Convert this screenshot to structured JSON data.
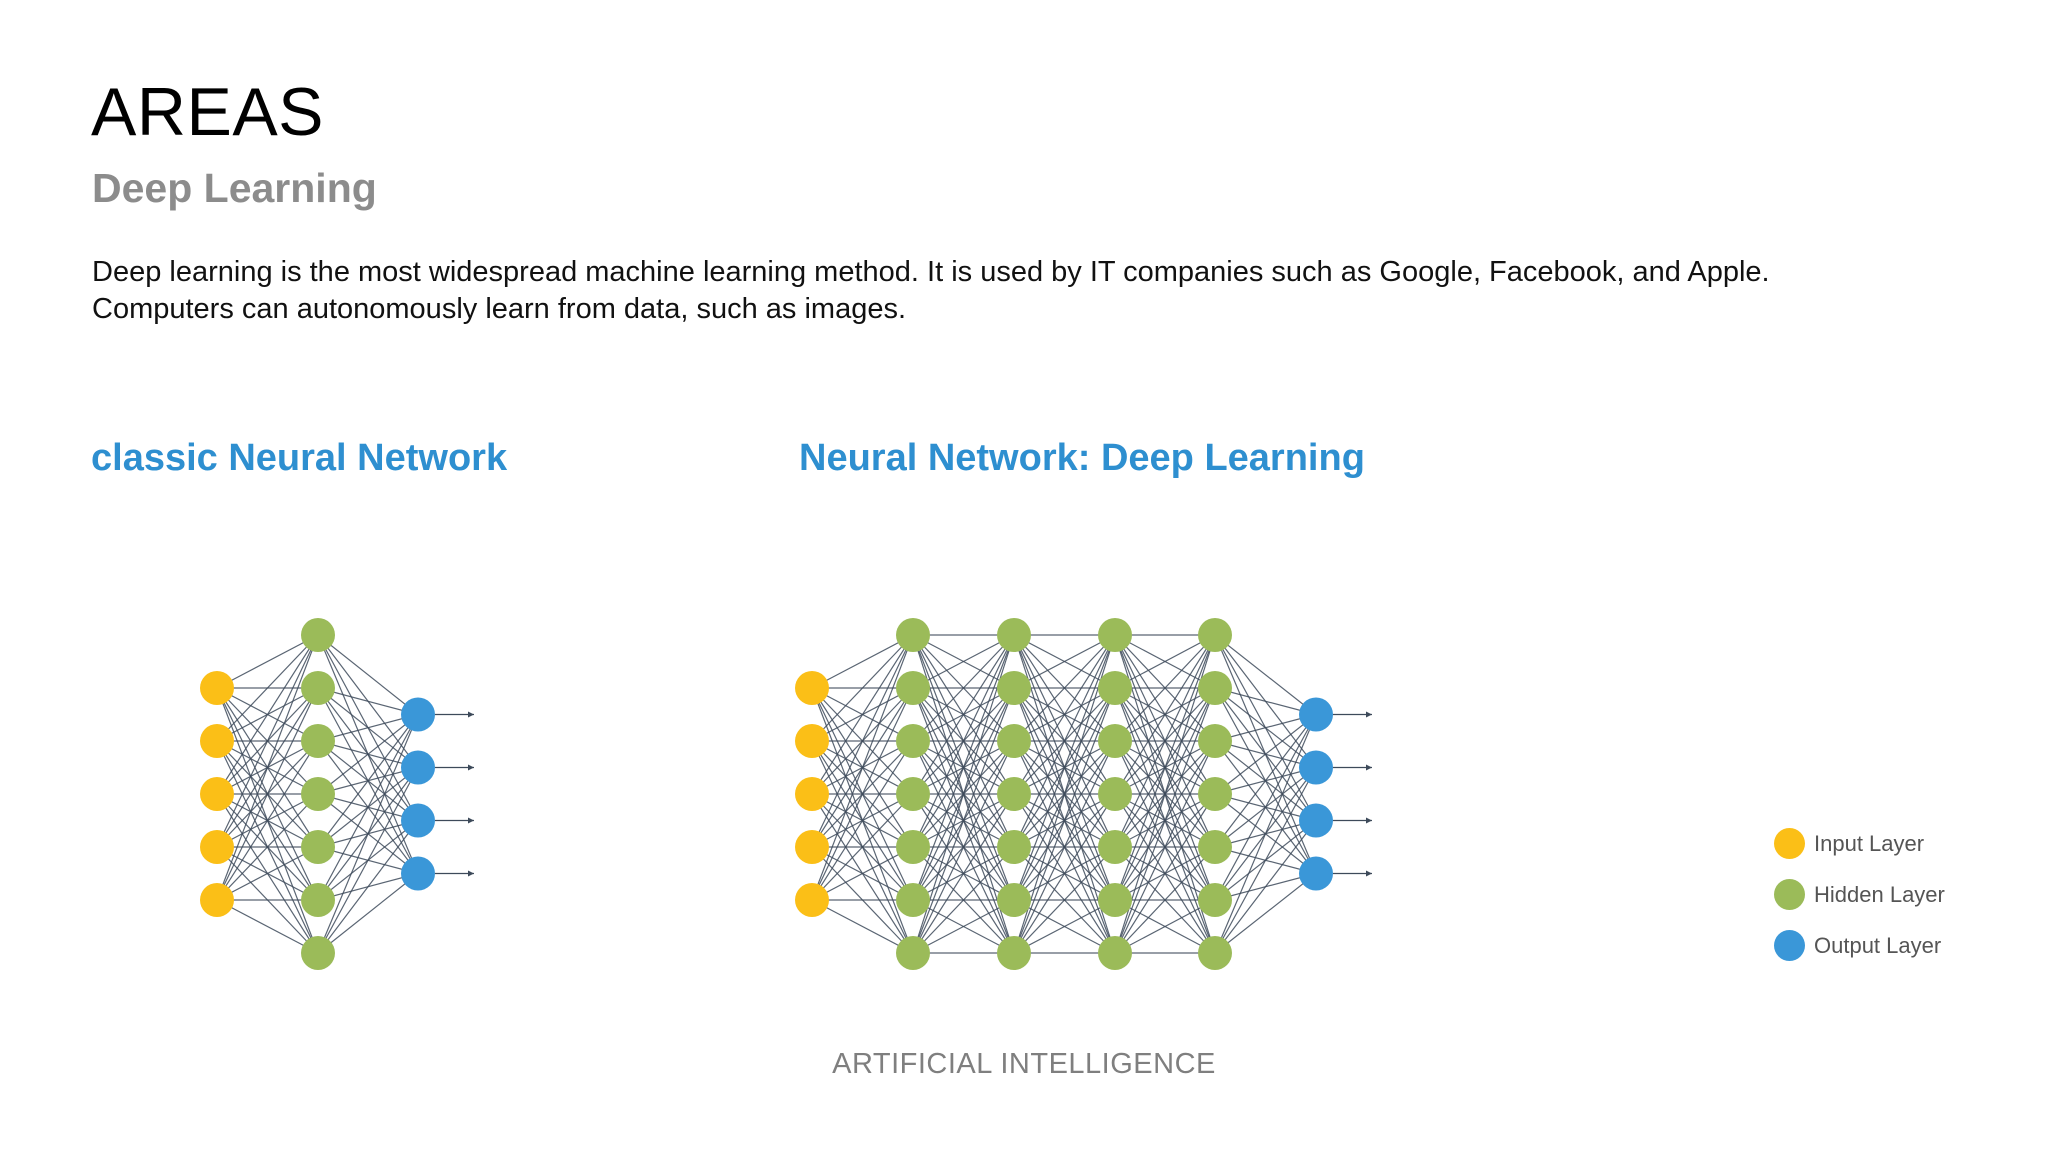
{
  "slide": {
    "title": "AREAS",
    "subtitle": "Deep Learning",
    "description_lines": [
      "Deep learning is the most widespread machine learning method. It is used by IT companies such as Google, Facebook, and Apple.",
      "Computers can autonomously learn from data, such as images."
    ],
    "footer": "ARTIFICIAL INTELLIGENCE"
  },
  "diagrams": {
    "classic": {
      "heading": "classic Neural Network",
      "layers": [
        5,
        7,
        4
      ]
    },
    "deep": {
      "heading": "Neural Network: Deep Learning",
      "layers": [
        5,
        7,
        7,
        7,
        7,
        4
      ]
    }
  },
  "legend": [
    {
      "label": "Input Layer",
      "color": "#fbbf17"
    },
    {
      "label": "Hidden Layer",
      "color": "#9bbb59"
    },
    {
      "label": "Output Layer",
      "color": "#3a97d8"
    }
  ],
  "colors": {
    "input": "#fbbf17",
    "hidden": "#9bbb59",
    "output": "#3a97d8",
    "accent": "#2e8fd0",
    "edge": "#3d4a5a"
  }
}
